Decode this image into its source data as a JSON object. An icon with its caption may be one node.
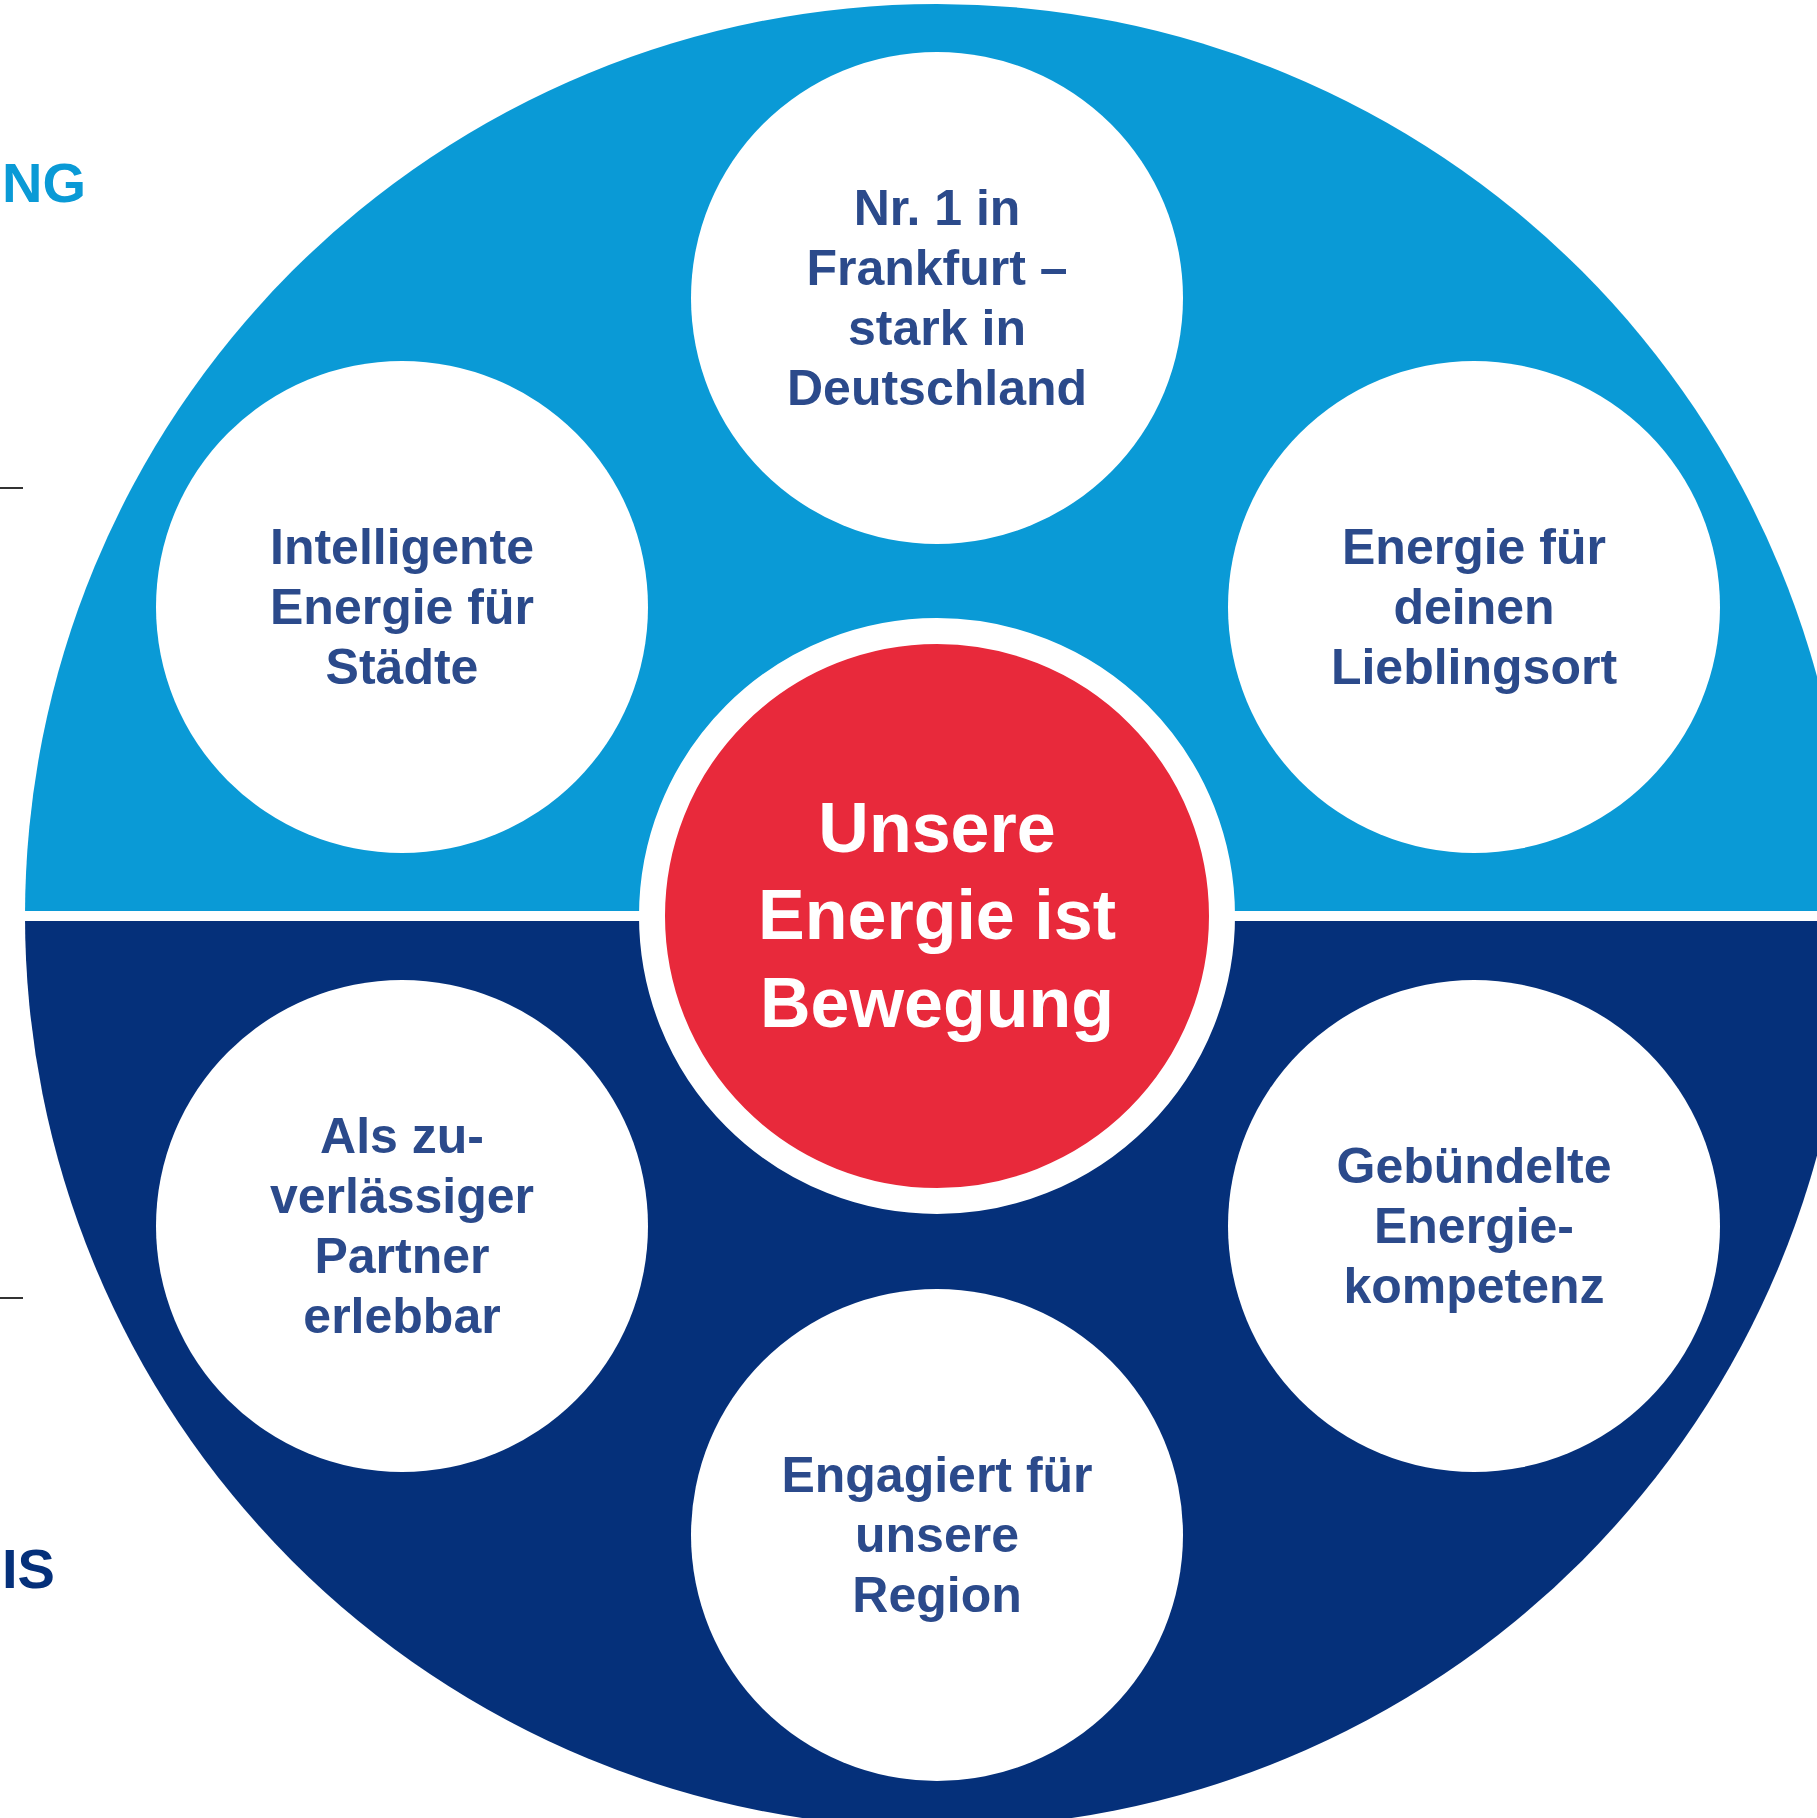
{
  "diagram": {
    "nodes": [
      {
        "text": [],
        "shape": "circle"
      },
      {
        "text": [
          "Nr. 1 in Frankfurt – stark in Deutschland"
        ],
        "in": 0
      },
      {
        "text": [
          "Intelligente Energie für Städte"
        ],
        "in": 0
      },
      {
        "text": [
          "Energie für deinen Lieblingsort"
        ],
        "in": 0
      },
      {
        "text": [
          "Unsere Energie ist Bewegung"
        ],
        "in": 0
      },
      {
        "text": [
          "Als zu- verlässiger Partner erlebbar"
        ],
        "in": 0
      },
      {
        "text": [
          "Gebündelte Energie- kompetenz"
        ],
        "in": 0
      },
      {
        "text": [
          "Engagiert für unsere Region"
        ],
        "in": 0
      }
    ],
    "labels": [
      "NG",
      "IS"
    ]
  }
}
